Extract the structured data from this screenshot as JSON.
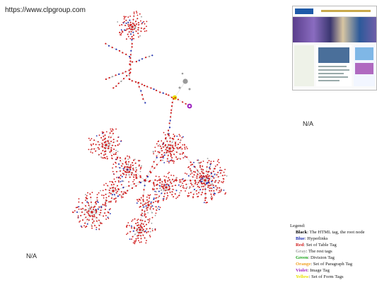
{
  "url": "https://www.clpgroup.com",
  "na_top": "N/A",
  "na_bottom": "N/A",
  "legend": {
    "title": "Legend:",
    "items": [
      {
        "key": "Black",
        "desc": ": The HTML tag, the root node",
        "color": "#000000"
      },
      {
        "key": "Blue",
        "desc": ": Hyperlinks",
        "color": "#1f2fb0"
      },
      {
        "key": "Red",
        "desc": ": Set of Table Tag",
        "color": "#d01818"
      },
      {
        "key": "Gray",
        "desc": ": The rest tags",
        "color": "#9a9a9a"
      },
      {
        "key": "Green",
        "desc": ": Division Tag",
        "color": "#17a017"
      },
      {
        "key": "Orange",
        "desc": ": Set of Paragraph Tag",
        "color": "#f0a020"
      },
      {
        "key": "Violet",
        "desc": ": Image Tag",
        "color": "#9b1fbf"
      },
      {
        "key": "Yellow",
        "desc": ": Set of Form Tags",
        "color": "#e8e000"
      }
    ]
  },
  "colors": {
    "edge": "#c8c8c8",
    "node_red": "#d01818",
    "node_blue": "#1f2fb0",
    "node_gray": "#9a9a9a",
    "node_yellow": "#e8e000",
    "node_violet": "#9b1fbf",
    "node_green": "#17a017"
  }
}
